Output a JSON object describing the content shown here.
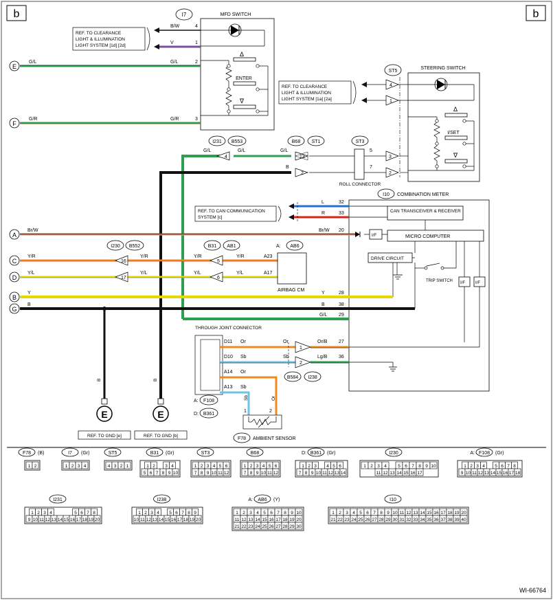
{
  "page": {
    "corner_left": "b",
    "corner_right": "b",
    "doc_id": "WI-66764"
  },
  "components": {
    "mfd_switch": "MFD SWITCH",
    "mfd_conn": "I7",
    "steering_switch": "STEERING SWITCH",
    "steering_conn": "ST5",
    "enter": "ENTER",
    "iset": "I/SET",
    "up": "Δ",
    "down": "∇",
    "roll_connector": "ROLL CONNECTOR",
    "roll_conn": "ST3",
    "combination_meter": "COMBINATION METER",
    "meter_conn": "I10",
    "can_transceiver": "CAN TRANSCEIVER & RECEIVER",
    "micro_computer": "MICRO COMPUTER",
    "drive_circuit": "DRIVE CIRCUIT",
    "trip_switch": "TRIP SWITCH",
    "if_label": "I/F",
    "airbag_cm": "AIRBAG CM",
    "airbag_conn": "AB6",
    "airbag_prefix": "A:",
    "through_joint": "THROUGH JOINT CONNECTOR",
    "ambient_sensor": "AMBIENT SENSOR",
    "ambient_conn": "F78",
    "conn_a_prefix": "A:",
    "conn_a": "F108",
    "conn_d_prefix": "D:",
    "conn_d": "B361",
    "i231": "I231",
    "b553": "B553",
    "b68": "B68",
    "st1": "ST1",
    "i230": "I230",
    "b552": "B552",
    "b31": "B31",
    "ab1": "AB1",
    "b584": "B584",
    "i238": "I238"
  },
  "refs": {
    "mfd_clearance": [
      "REF. TO CLEARANCE",
      "LIGHT & ILLUMINATION",
      "LIGHT SYSTEM [1d] [2d]"
    ],
    "steer_clearance": [
      "REF. TO CLEARANCE",
      "LIGHT & ILLUMINATION",
      "LIGHT SYSTEM [1a] [2a]"
    ],
    "can_comm": [
      "REF. TO CAN COMMUNICATION",
      "SYSTEM [c]"
    ],
    "gnd_e": "REF. TO GND [e]",
    "gnd_b": "REF. TO GND [b]"
  },
  "terminals_left": [
    "E",
    "F",
    "A",
    "C",
    "D",
    "B",
    "G"
  ],
  "ground_symbol": "E",
  "wire_labels": {
    "bw": "B/W",
    "v": "V",
    "gl": "G/L",
    "gr": "G/R",
    "b": "B",
    "l": "L",
    "r": "R",
    "brw": "Br/W",
    "yr": "Y/R",
    "yl": "Y/L",
    "y": "Y",
    "or": "Or",
    "sb": "Sb",
    "orb": "Or/B",
    "lgb": "Lg/B"
  },
  "pins": {
    "p1": "1",
    "p2": "2",
    "p3": "3",
    "p4": "4",
    "p5": "5",
    "p6": "6",
    "p7": "7",
    "p13": "13",
    "p16": "16",
    "p17": "17",
    "p20": "20",
    "p27": "27",
    "p28": "28",
    "p29": "29",
    "p32": "32",
    "p33": "33",
    "p36": "36",
    "p38": "38",
    "a23": "A23",
    "a17": "A17",
    "d11": "D11",
    "d10": "D10",
    "a14": "A14",
    "a13": "A13"
  },
  "connector_views": [
    {
      "name": "F78",
      "suffix": "(B)"
    },
    {
      "name": "I7",
      "suffix": "(Gr)"
    },
    {
      "name": "ST5",
      "suffix": ""
    },
    {
      "name": "B31",
      "suffix": "(Gr)"
    },
    {
      "name": "ST3",
      "suffix": ""
    },
    {
      "name": "B68",
      "suffix": ""
    },
    {
      "name": "B361",
      "prefix": "D:",
      "suffix": "(Gr)"
    },
    {
      "name": "I230",
      "suffix": ""
    },
    {
      "name": "F108",
      "prefix": "A:",
      "suffix": "(Gr)"
    },
    {
      "name": "I231",
      "suffix": ""
    },
    {
      "name": "I238",
      "suffix": ""
    },
    {
      "name": "AB6",
      "prefix": "A:",
      "suffix": "(Y)"
    },
    {
      "name": "I10",
      "suffix": ""
    }
  ],
  "colors": {
    "green": "#2e9e4f",
    "violet": "#7a4fa0",
    "brown": "#8b4a2b",
    "orange": "#f08a1c",
    "yellow": "#e8d800",
    "blue": "#2a6fd6",
    "red": "#d9231f",
    "light_blue": "#6ec3e6",
    "black": "#111111"
  }
}
